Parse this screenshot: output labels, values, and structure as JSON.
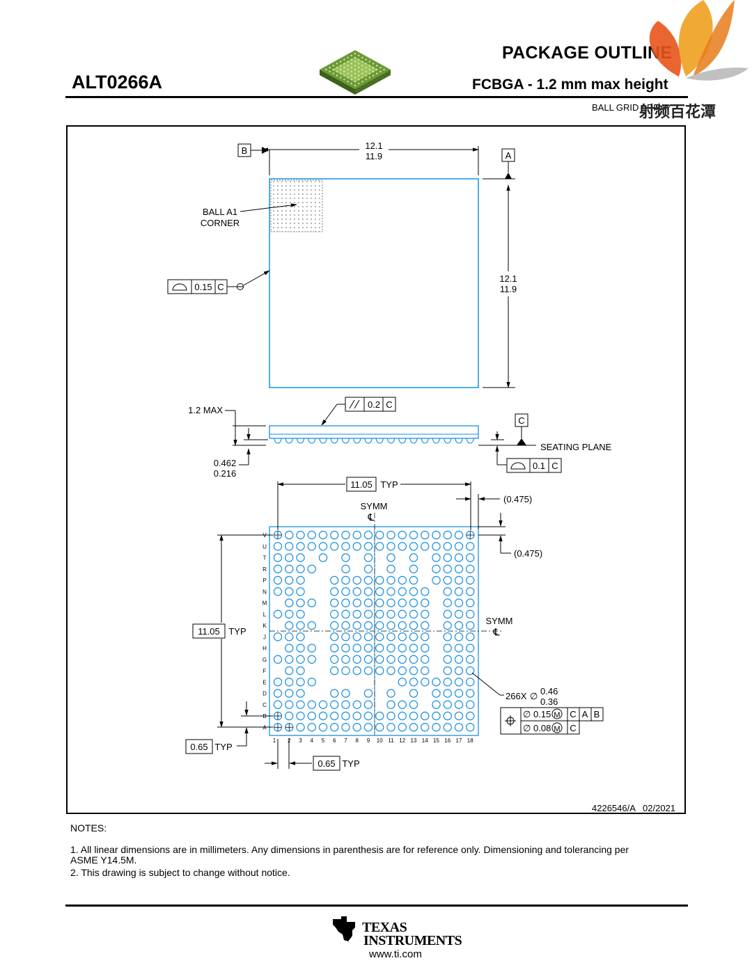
{
  "header": {
    "part_number": "ALT0266A",
    "title": "PACKAGE OUTLINE",
    "subtitle": "FCBGA - 1.2 mm max height",
    "subtitle2": "BALL GRID ARRAY"
  },
  "top_view": {
    "datum_b": "B",
    "datum_a": "A",
    "width_max": "12.1",
    "width_min": "11.9",
    "height_max": "12.1",
    "height_min": "11.9",
    "ball_a1_line1": "BALL A1",
    "ball_a1_line2": "CORNER",
    "profile_tol": "0.15",
    "profile_datum": "C"
  },
  "side_view": {
    "max_height": "1.2 MAX",
    "parallel_tol": "0.2",
    "parallel_datum": "C",
    "datum_c": "C",
    "seating_plane": "SEATING PLANE",
    "standoff_max": "0.462",
    "standoff_min": "0.216",
    "flatness_tol": "0.1",
    "flatness_datum": "C"
  },
  "bottom_view": {
    "span_h": "11.05",
    "span_v": "11.05",
    "typ": "TYP",
    "symm": "SYMM",
    "ref_h": "(0.475)",
    "ref_v": "(0.475)",
    "pitch_v": "0.65",
    "pitch_h": "0.65",
    "ball_count": "266X",
    "ball_dia_max": "0.46",
    "ball_dia_min": "0.36",
    "pos_tol_1": "0.15",
    "pos_tol_1_datums": [
      "C",
      "A",
      "B"
    ],
    "pos_tol_2": "0.08",
    "pos_tol_2_datums": [
      "C"
    ],
    "row_labels": [
      "V",
      "U",
      "T",
      "R",
      "P",
      "N",
      "M",
      "L",
      "K",
      "J",
      "H",
      "G",
      "F",
      "E",
      "D",
      "C",
      "B",
      "A"
    ],
    "col_labels": [
      "1",
      "2",
      "3",
      "4",
      "5",
      "6",
      "7",
      "8",
      "9",
      "10",
      "11",
      "12",
      "13",
      "14",
      "15",
      "16",
      "17",
      "18"
    ],
    "depopulated": {
      "T": [
        4,
        6,
        8,
        10,
        12,
        14
      ],
      "R": [
        5,
        6,
        8,
        10,
        12,
        14
      ],
      "P": [
        4,
        5,
        14
      ],
      "N": [
        4,
        5,
        15
      ],
      "M": [
        1,
        5,
        15
      ],
      "L": [
        4,
        5,
        15
      ],
      "K": [
        1,
        5,
        15
      ],
      "J": [
        4,
        5,
        15
      ],
      "H": [
        1,
        5,
        15
      ],
      "G": [
        5,
        15
      ],
      "F": [
        1,
        4,
        5,
        15
      ],
      "E": [
        5,
        6,
        7,
        8,
        9,
        10,
        11
      ],
      "D": [
        4,
        5,
        8,
        10,
        12,
        14
      ],
      "C": [
        10,
        14
      ]
    }
  },
  "drawing_number": "4226546/A   02/2021",
  "notes": {
    "title": "NOTES:",
    "items": [
      "1. All linear dimensions are in millimeters. Any dimensions in parenthesis are for reference only. Dimensioning and tolerancing per ASME Y14.5M.",
      "2. This drawing is subject to change without notice."
    ]
  },
  "footer": {
    "brand_line1": "Texas",
    "brand_line2": "Instruments",
    "url": "www.ti.com"
  },
  "watermark": {
    "text": "射频百花潭"
  },
  "colors": {
    "outline_blue": "#1a8fe0",
    "ball_blue": "#1a8fe0",
    "chip_green": "#5a8a2a",
    "petal_orange": "#f0a020",
    "petal_red": "#e64010"
  }
}
